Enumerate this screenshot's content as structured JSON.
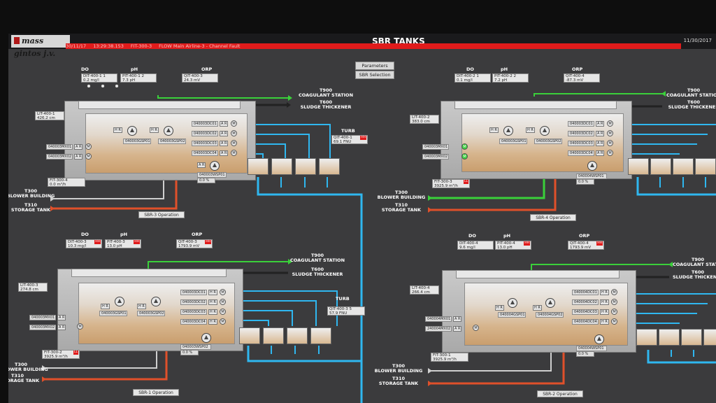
{
  "header": {
    "logo": "mass gintos j.v.",
    "title": "SBR TANKS",
    "date": "11/30/2017"
  },
  "alarm": {
    "date": "30/11/17",
    "time": "13:29:38.153",
    "tag": "FIT-300-3",
    "message": "FLOW Main Airline-3 - Channel Fault"
  },
  "controls": {
    "parameters": "Parameters",
    "sbr_selection": "SBR Selection"
  },
  "common": {
    "do": "DO",
    "ph": "pH",
    "orp": "ORP",
    "coag": "T900",
    "coag2": "COAGULANT STATION",
    "sludge": "T600",
    "sludge2": "SLUDGE THICKENER",
    "blower": "T300",
    "blower2": "BLOWER BUILDING",
    "storage": "T310",
    "storage2": "STORAGE TANK",
    "turb": "TURB",
    "ar": "A R",
    "hr": "H R",
    "m": "M",
    "hh": "HH",
    "ll": "LL"
  },
  "tanks": {
    "sbr3": {
      "operation": "SBR-3 Operation",
      "lit": "LIT-400-1",
      "lit_v": "426.2 cm",
      "do_tag": "DIT-400-1 1",
      "do_v": "0.2 mg/l",
      "ph_tag": "PIT-400-1 2",
      "ph_v": "7.3 pH",
      "orp_tag": "QIT-400-3",
      "orp_v": "24.3 mV",
      "mixers": [
        "040003MX01",
        "040003MX02"
      ],
      "pumps": [
        "040003GSP01",
        "040003GSP02"
      ],
      "valves": [
        "040003DC01",
        "040003DC02",
        "040003DC03",
        "040003DC04"
      ],
      "wsp": "040003WSP01",
      "wsp_v": "0.0 %",
      "fit": "FIT-300-4",
      "fit_v": "0.0 m³/h",
      "turb_tag": "QIT-400-1",
      "turb_v": "69.1 FNU"
    },
    "sbr4": {
      "operation": "SBR-4 Operation",
      "lit": "LIT-400-2",
      "lit_v": "383.0 cm",
      "do_tag": "DIT-400-2 1",
      "do_v": "0.1 mg/l",
      "ph_tag": "PIT-400-2 2",
      "ph_v": "7.2 pH",
      "orp_tag": "QIT-400-4",
      "orp_v": "-87.3 mV",
      "mixers": [
        "040003MX01",
        "040003MX02"
      ],
      "pumps": [
        "040003GSP01",
        "040003GSP02"
      ],
      "valves": [
        "040003DC01",
        "040003DC02",
        "040003DC03",
        "040003DC04"
      ],
      "wsp": "040004WSP01",
      "wsp_v": "0.0 %",
      "fit": "FIT-300-3",
      "fit_v": "3925.9 m³/h"
    },
    "sbr1": {
      "operation": "SBR-1 Operation",
      "lit": "LIT-400-3",
      "lit_v": "274.8 cm",
      "do_tag": "DIT-400-3",
      "do_v": "10.3 mg/l",
      "ph_tag": "PIT-400-3",
      "ph_v": "13.0 pH",
      "orp_tag": "QIT-400-3",
      "orp_v": "1793.9 mV",
      "mixers": [
        "040003MX01",
        "040003MX02"
      ],
      "pumps": [
        "040003GSP01",
        "040003GSP02"
      ],
      "valves": [
        "040003DC01",
        "040003DC02",
        "040003DC03",
        "040003DC04"
      ],
      "wsp": "040003WSP02",
      "wsp_v": "0.0 %",
      "fit": "FIT-300-2",
      "fit_v": "3925.9 m³/h",
      "turb_tag": "QIT-400-3 5",
      "turb_v": "57.9 FNU"
    },
    "sbr2": {
      "operation": "SBR-2 Operation",
      "lit": "LIT-400-4",
      "lit_v": "266.4 cm",
      "do_tag": "DIT-400-4",
      "do_v": "9.6 mg/l",
      "ph_tag": "PIT-400-4",
      "ph_v": "13.0 pH",
      "orp_tag": "QIT-400-4",
      "orp_v": "1793.9 mV",
      "mixers": [
        "040004MX01",
        "240004MX02"
      ],
      "pumps": [
        "040004GSP01",
        "040004GSP02"
      ],
      "valves": [
        "040004DC01",
        "040004DC02",
        "040004DC03",
        "040004DC04"
      ],
      "wsp": "040004WSP01",
      "wsp_v": "0.0 %",
      "fit": "FIT-300-1",
      "fit_v": "3925.9 m³/h"
    }
  },
  "colors": {
    "alarm": "#e01b1b",
    "air_pipe": "#3aa0e6",
    "effluent_pipe": "#2fb7f0",
    "chemical_pipe": "#3ad03a",
    "sludge_pipe": "#e0502a"
  }
}
